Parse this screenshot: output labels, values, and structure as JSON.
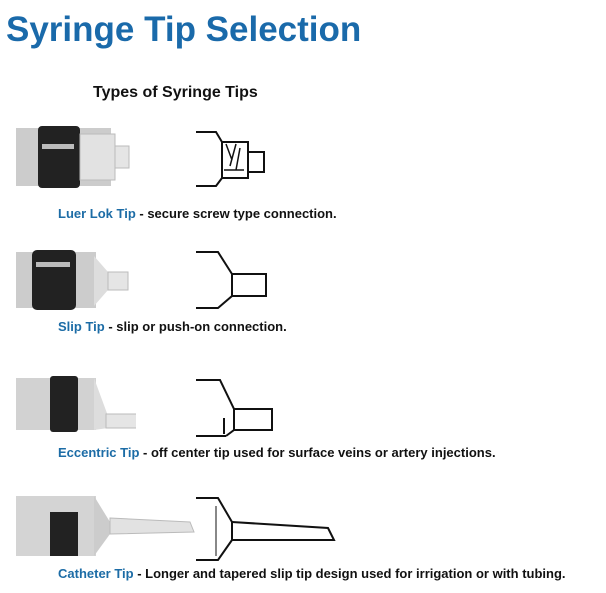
{
  "title": "Syringe Tip Selection",
  "subtitle": "Types of Syringe Tips",
  "tips": [
    {
      "name": "Luer Lok Tip",
      "description": " - secure screw type connection."
    },
    {
      "name": "Slip Tip",
      "description": " - slip or push-on connection."
    },
    {
      "name": "Eccentric Tip",
      "description": " - off center tip used for surface veins or artery injections."
    },
    {
      "name": "Catheter Tip",
      "description": " - Longer and tapered slip tip design used for irrigation or with tubing."
    }
  ]
}
